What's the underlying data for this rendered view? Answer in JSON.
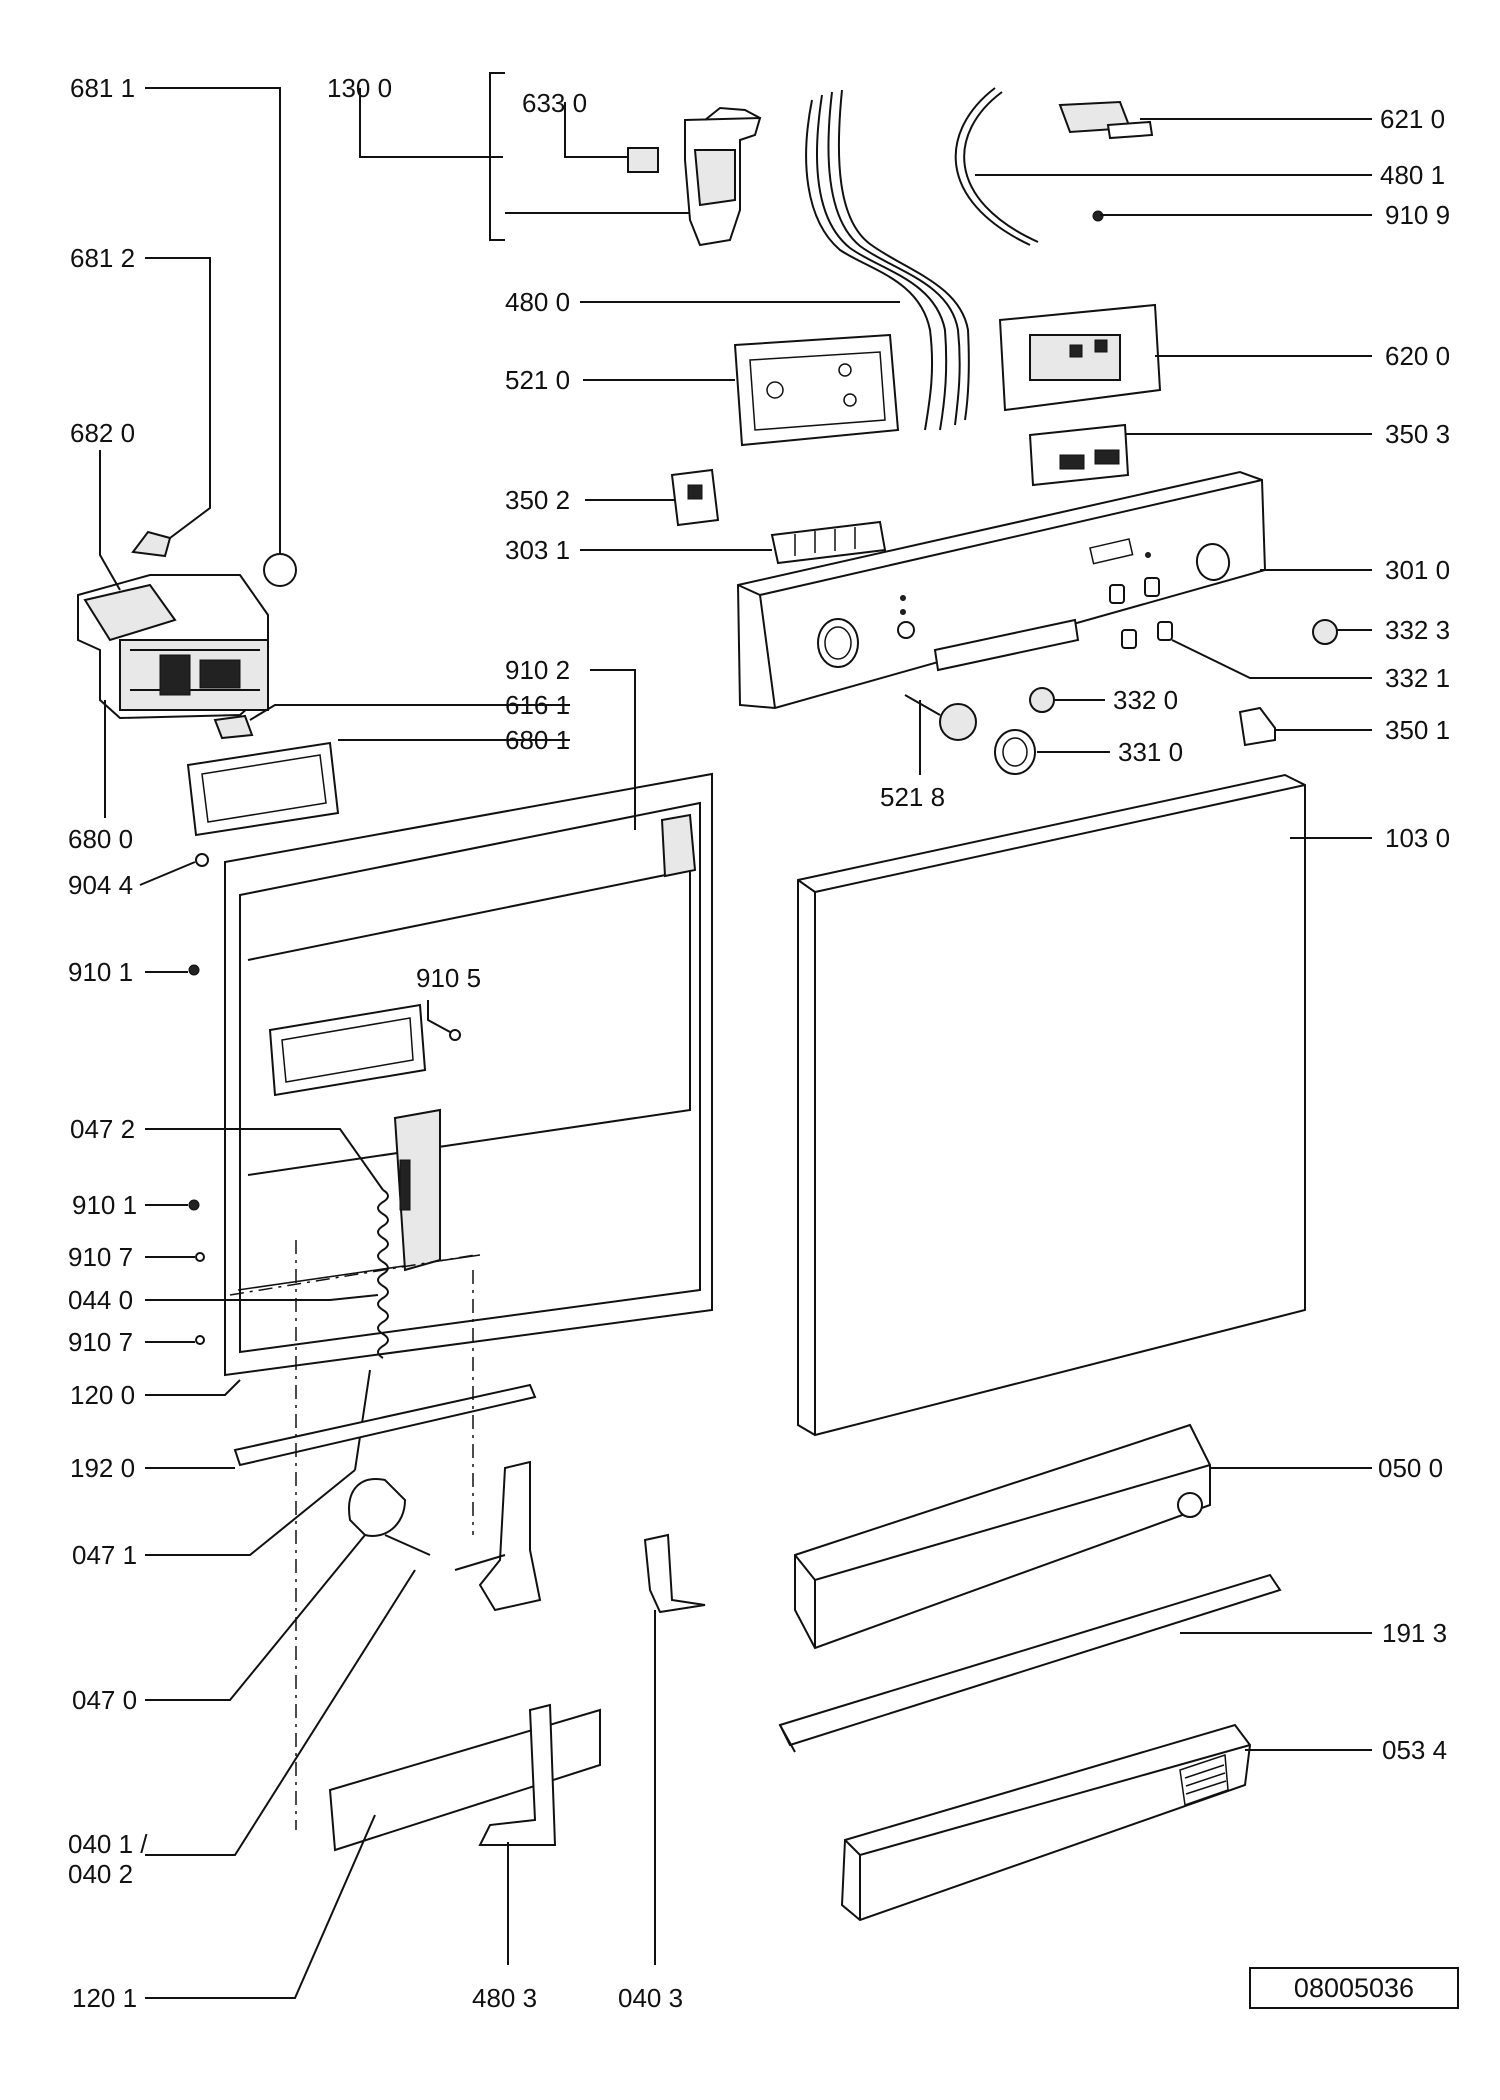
{
  "drawing_number": "08005036",
  "callouts": {
    "c6811": "681 1",
    "c1300": "130 0",
    "c6330": "633 0",
    "c6210": "621 0",
    "c4801": "480 1",
    "c9109": "910 9",
    "c6812": "681 2",
    "c4800": "480 0",
    "c6200": "620 0",
    "c5210": "521 0",
    "c6820": "682 0",
    "c3503": "350 3",
    "c3502": "350 2",
    "c3031": "303 1",
    "c3010": "301 0",
    "c3323": "332 3",
    "c9102": "910 2",
    "c3321": "332 1",
    "c6161": "616 1",
    "c3320": "332 0",
    "c6801": "680 1",
    "c3501": "350 1",
    "c3310": "331 0",
    "c5218": "521 8",
    "c6800": "680 0",
    "c1030": "103 0",
    "c9044": "904 4",
    "c9101a": "910 1",
    "c9105": "910 5",
    "c0472": "047 2",
    "c9101b": "910 1",
    "c9107a": "910 7",
    "c0440": "044 0",
    "c9107b": "910 7",
    "c1200": "120 0",
    "c1920": "192 0",
    "c0500": "050 0",
    "c0471": "047 1",
    "c1913": "191 3",
    "c0470": "047 0",
    "c0534": "053 4",
    "c0401": "040 1 /",
    "c0402": "040 2",
    "c1201": "120 1",
    "c4803": "480 3",
    "c0403": "040 3"
  }
}
